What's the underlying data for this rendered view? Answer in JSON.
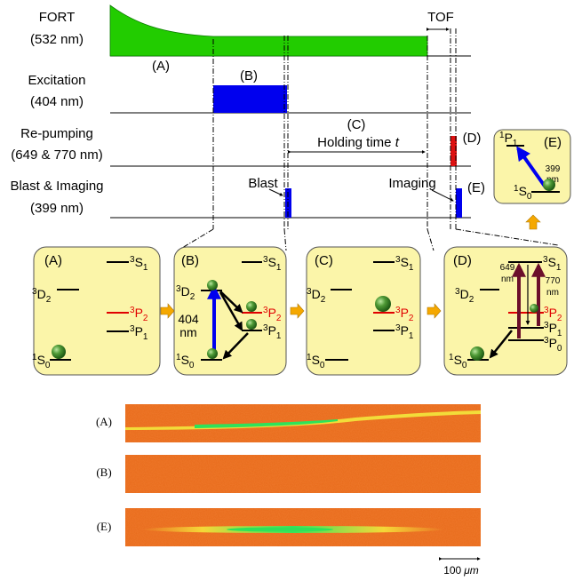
{
  "colors": {
    "fort": "#22cc00",
    "excitation": "#0000ee",
    "repump": "#dd1111",
    "panel_fill": "#fbf5a9",
    "atom": "#2e7d1f",
    "arrow_dark": "#6b0f2b",
    "hollow_arrow": "#f5a800",
    "p2_line": "#e00000",
    "image_bg": "#e86a1a",
    "cloud": "#2ee25a"
  },
  "timing": {
    "rows": [
      {
        "label_line1": "FORT",
        "label_line2": "(532 nm)"
      },
      {
        "label_line1": "Excitation",
        "label_line2": "(404 nm)"
      },
      {
        "label_line1": "Re-pumping",
        "label_line2": "(649 & 770 nm)"
      },
      {
        "label_line1": "Blast & Imaging",
        "label_line2": "(399 nm)"
      }
    ],
    "tof_label": "TOF",
    "holding_prefix": "Holding time ",
    "holding_var": "t",
    "blast_label": "Blast",
    "imaging_label": "Imaging",
    "marker_a": "(A)",
    "marker_b": "(B)",
    "marker_c": "(C)",
    "marker_d": "(D)",
    "marker_e": "(E)"
  },
  "panels": {
    "a": {
      "tag": "(A)"
    },
    "b": {
      "tag": "(B)",
      "wavelength_value": "404",
      "wavelength_unit": "nm"
    },
    "c": {
      "tag": "(C)"
    },
    "d": {
      "tag": "(D)",
      "left_value": "649",
      "left_unit": "nm",
      "right_value": "770",
      "right_unit": "nm"
    },
    "e": {
      "tag": "(E)",
      "wavelength_value": "399",
      "wavelength_unit": "nm"
    }
  },
  "levels": {
    "s1": {
      "sup": "3",
      "base": "S",
      "sub": "1"
    },
    "d2": {
      "sup": "3",
      "base": "D",
      "sub": "2"
    },
    "p2": {
      "sup": "3",
      "base": "P",
      "sub": "2"
    },
    "p1": {
      "sup": "3",
      "base": "P",
      "sub": "1"
    },
    "p0": {
      "sup": "3",
      "base": "P",
      "sub": "0"
    },
    "s0": {
      "sup": "1",
      "base": "S",
      "sub": "0"
    },
    "singlet_p1": {
      "sup": "1",
      "base": "P",
      "sub": "1"
    }
  },
  "images": {
    "rows": [
      {
        "label": "(A)",
        "has_cloud": true
      },
      {
        "label": "(B)",
        "has_cloud": false
      },
      {
        "label": "(E)",
        "has_cloud": true
      }
    ],
    "scale_value": "100",
    "scale_unit": "μm"
  }
}
